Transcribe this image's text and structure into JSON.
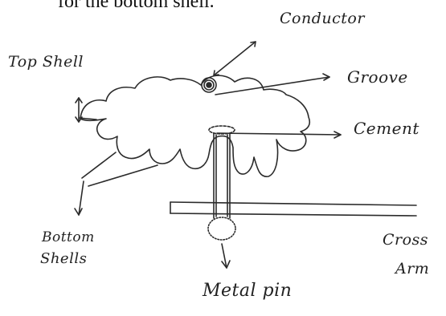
{
  "caption": "for the bottom shell.",
  "labels": {
    "conductor": "Conductor",
    "top_shell": "Top Shell",
    "groove": "Groove",
    "cement": "Cement",
    "bottom_shells_line1": "Bottom",
    "bottom_shells_line2": "Shells",
    "cross_arm_line1": "Cross",
    "cross_arm_line2": "Arm",
    "metal_pin": "Metal pin"
  }
}
